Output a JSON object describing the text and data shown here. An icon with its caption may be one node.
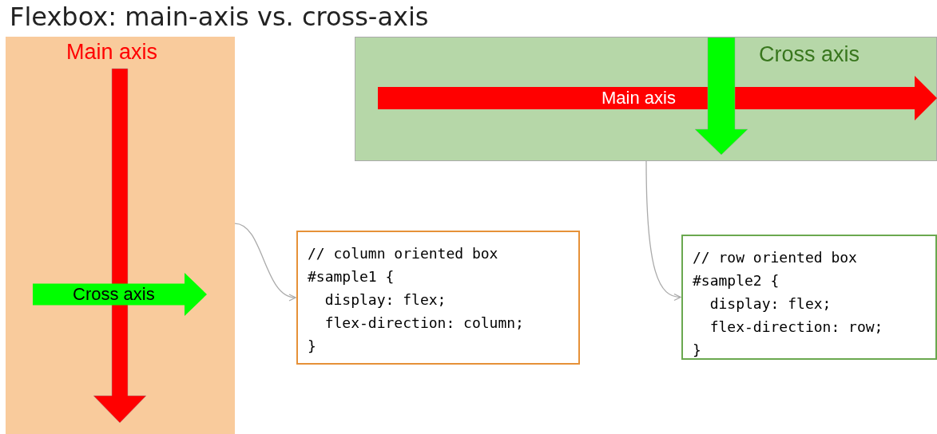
{
  "diagram": {
    "title": "Flexbox: main-axis vs. cross-axis",
    "nodes": [
      {
        "text": [
          "Main axis"
        ]
      },
      {
        "text": [
          "Cross axis"
        ],
        "in": 0
      },
      {
        "text": [
          "Cross axis"
        ]
      },
      {
        "text": [
          "Main axis"
        ],
        "in": 2
      },
      {
        "text": [
          "// column oriented box",
          "#sample1 {",
          "  display: flex;",
          "  flex-direction: column;",
          "}"
        ]
      },
      {
        "text": [
          "// row oriented box",
          "#sample2 {",
          "  display: flex;",
          "  flex-direction: row;",
          "}"
        ]
      }
    ],
    "edges": [
      {
        "from": 0,
        "to": 4,
        "arrow": "to"
      },
      {
        "from": 2,
        "to": 5,
        "arrow": "to"
      }
    ]
  }
}
